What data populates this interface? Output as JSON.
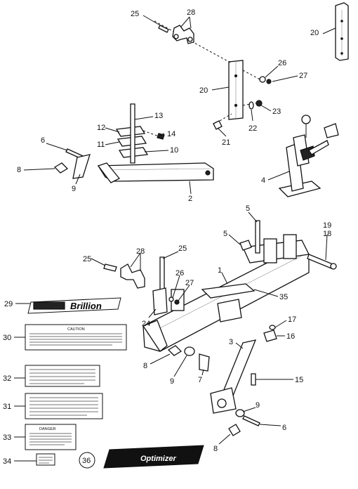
{
  "callouts": [
    {
      "id": "c25a",
      "text": "25"
    },
    {
      "id": "c28a",
      "text": "28"
    },
    {
      "id": "c20a",
      "text": "20"
    },
    {
      "id": "c26a",
      "text": "26"
    },
    {
      "id": "c27a",
      "text": "27"
    },
    {
      "id": "c20b",
      "text": "20"
    },
    {
      "id": "c23",
      "text": "23"
    },
    {
      "id": "c22",
      "text": "22"
    },
    {
      "id": "c21",
      "text": "21"
    },
    {
      "id": "c13",
      "text": "13"
    },
    {
      "id": "c12",
      "text": "12"
    },
    {
      "id": "c14",
      "text": "14"
    },
    {
      "id": "c11",
      "text": "11"
    },
    {
      "id": "c10",
      "text": "10"
    },
    {
      "id": "c6a",
      "text": "6"
    },
    {
      "id": "c8a",
      "text": "8"
    },
    {
      "id": "c9a",
      "text": "9"
    },
    {
      "id": "c2",
      "text": "2"
    },
    {
      "id": "c4",
      "text": "4"
    },
    {
      "id": "c5a",
      "text": "5"
    },
    {
      "id": "c5b",
      "text": "5"
    },
    {
      "id": "c19",
      "text": "19"
    },
    {
      "id": "c18",
      "text": "18"
    },
    {
      "id": "c25b",
      "text": "25"
    },
    {
      "id": "c28b",
      "text": "28"
    },
    {
      "id": "c25c",
      "text": "25"
    },
    {
      "id": "c26b",
      "text": "26"
    },
    {
      "id": "c1",
      "text": "1"
    },
    {
      "id": "c27b",
      "text": "27"
    },
    {
      "id": "c35",
      "text": "35"
    },
    {
      "id": "c29",
      "text": "29"
    },
    {
      "id": "c24",
      "text": "24"
    },
    {
      "id": "c17",
      "text": "17"
    },
    {
      "id": "c16",
      "text": "16"
    },
    {
      "id": "c30",
      "text": "30"
    },
    {
      "id": "c3",
      "text": "3"
    },
    {
      "id": "c8b",
      "text": "8"
    },
    {
      "id": "c9b",
      "text": "9"
    },
    {
      "id": "c7",
      "text": "7"
    },
    {
      "id": "c15",
      "text": "15"
    },
    {
      "id": "c32",
      "text": "32"
    },
    {
      "id": "c31",
      "text": "31"
    },
    {
      "id": "c9c",
      "text": "9"
    },
    {
      "id": "c6b",
      "text": "6"
    },
    {
      "id": "c33",
      "text": "33"
    },
    {
      "id": "c8c",
      "text": "8"
    },
    {
      "id": "c34",
      "text": "34"
    },
    {
      "id": "c36",
      "text": "36"
    }
  ],
  "decals": {
    "brillion_logo": "Brillion",
    "caution_title": "CAUTION",
    "danger_title": "DANGER",
    "optimizer_logo": "Optimizer"
  },
  "colors": {
    "ink": "#111111",
    "paper": "#ffffff"
  }
}
